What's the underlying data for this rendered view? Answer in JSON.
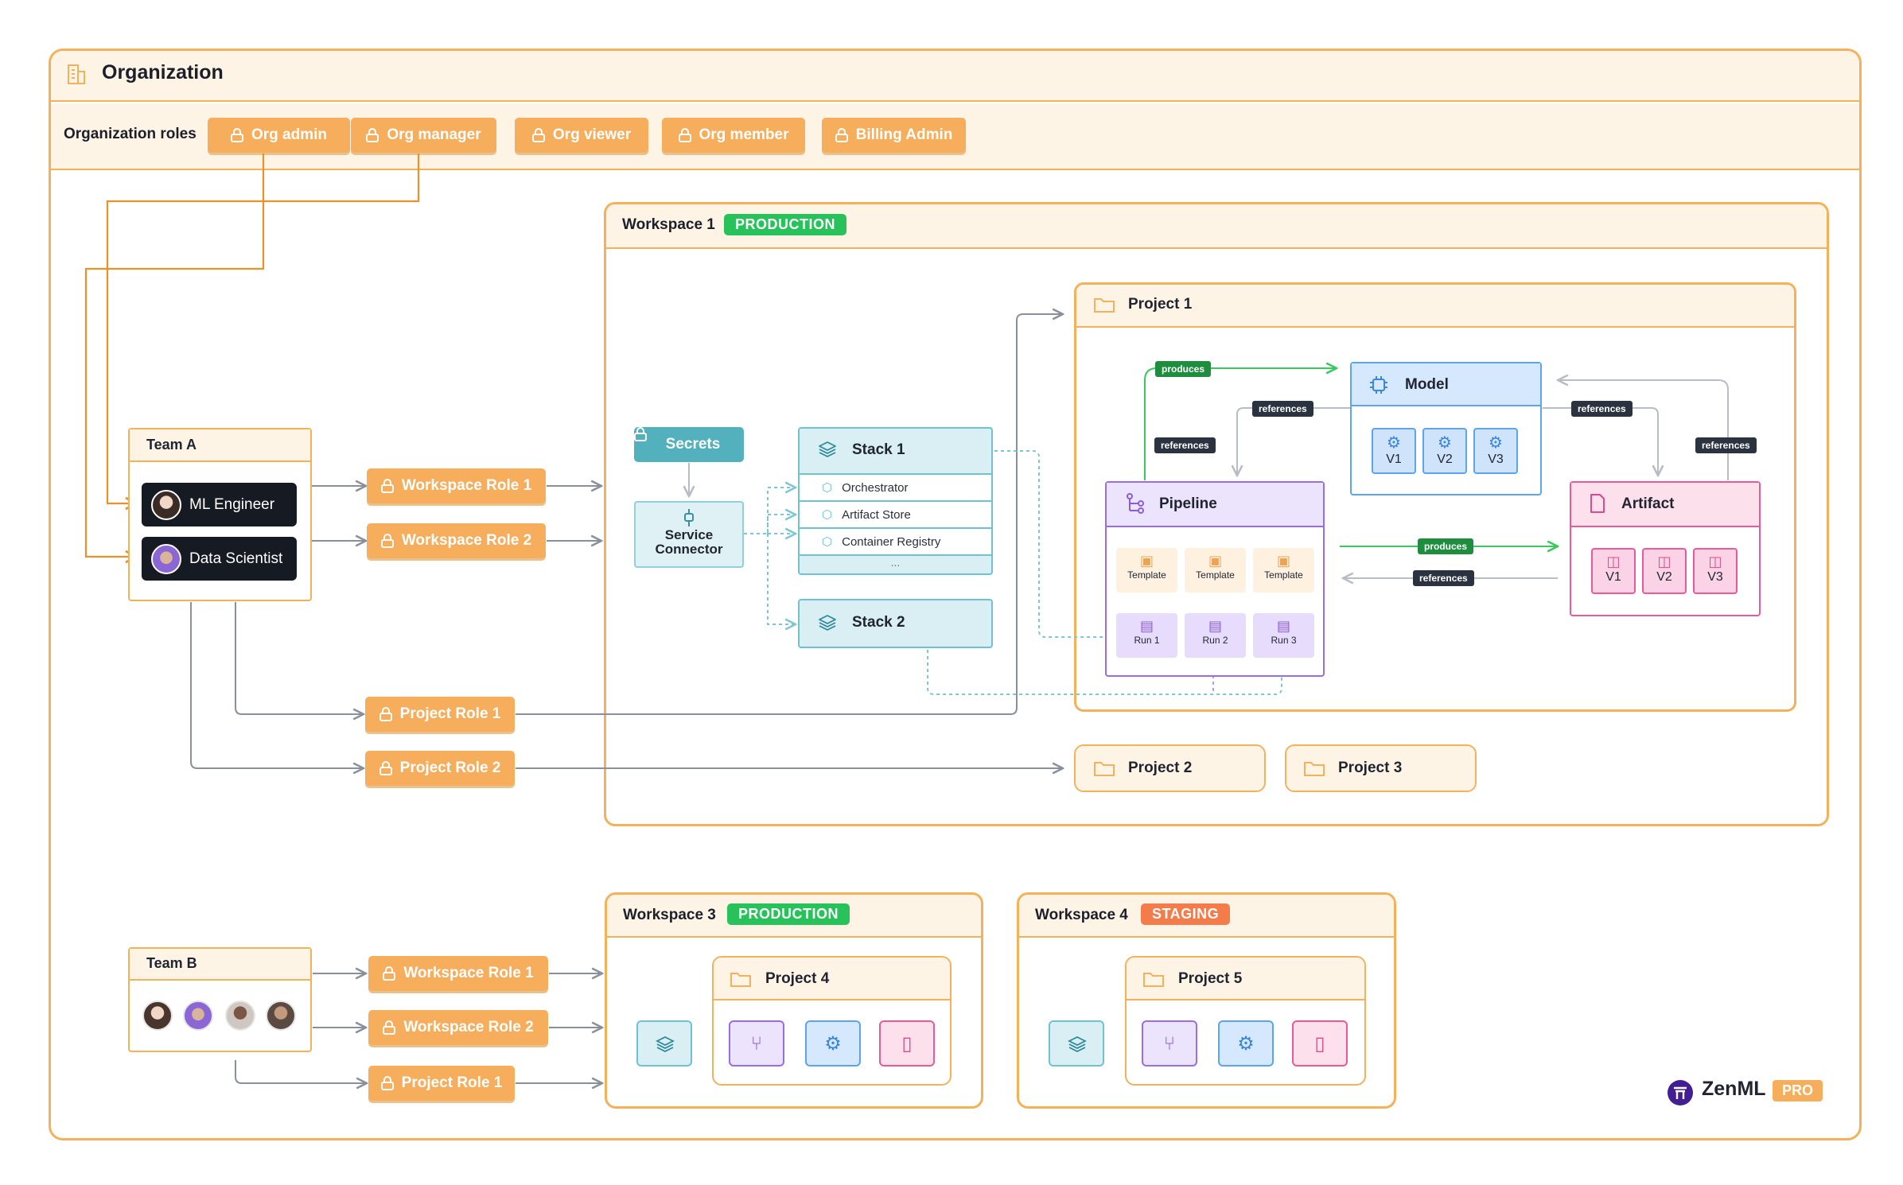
{
  "organization": {
    "title": "Organization",
    "roles_label": "Organization roles",
    "roles": [
      "Org admin",
      "Org manager",
      "Org viewer",
      "Org member",
      "Billing Admin"
    ]
  },
  "team_a": {
    "title": "Team A",
    "members": [
      "ML Engineer",
      "Data Scientist"
    ],
    "workspace_roles": [
      "Workspace Role 1",
      "Workspace Role 2"
    ],
    "project_roles": [
      "Project Role 1",
      "Project Role 2"
    ]
  },
  "team_b": {
    "title": "Team B",
    "workspace_roles": [
      "Workspace Role 1",
      "Workspace Role 2"
    ],
    "project_roles": [
      "Project Role 1"
    ]
  },
  "workspace1": {
    "title": "Workspace 1",
    "badge": "PRODUCTION",
    "secrets": "Secrets",
    "connector": "Service Connector",
    "stack1": {
      "title": "Stack 1",
      "components": [
        "Orchestrator",
        "Artifact Store",
        "Container Registry"
      ],
      "more": "..."
    },
    "stack2": {
      "title": "Stack 2"
    },
    "project1": {
      "title": "Project 1",
      "model": {
        "title": "Model",
        "versions": [
          "V1",
          "V2",
          "V3"
        ]
      },
      "pipeline": {
        "title": "Pipeline",
        "templates": [
          "Template",
          "Template",
          "Template"
        ],
        "runs": [
          "Run 1",
          "Run 2",
          "Run 3"
        ]
      },
      "artifact": {
        "title": "Artifact",
        "versions": [
          "V1",
          "V2",
          "V3"
        ]
      },
      "labels": {
        "produces": "produces",
        "references": "references"
      }
    },
    "project2": {
      "title": "Project 2"
    },
    "project3": {
      "title": "Project 3"
    }
  },
  "workspace3": {
    "title": "Workspace 3",
    "badge": "PRODUCTION",
    "project": "Project 4"
  },
  "workspace4": {
    "title": "Workspace 4",
    "badge": "STAGING",
    "project": "Project 5"
  },
  "brand": {
    "name": "ZenML",
    "tier": "PRO"
  },
  "colors": {
    "orange": "#f4b15a",
    "role_fill": "#f6ae5c",
    "teal": "#53b0bd",
    "blue": "#5aa5f0",
    "purple": "#9b6ce8",
    "pink": "#ea5a9a",
    "green": "#28c25a",
    "staging": "#f47b4a"
  }
}
